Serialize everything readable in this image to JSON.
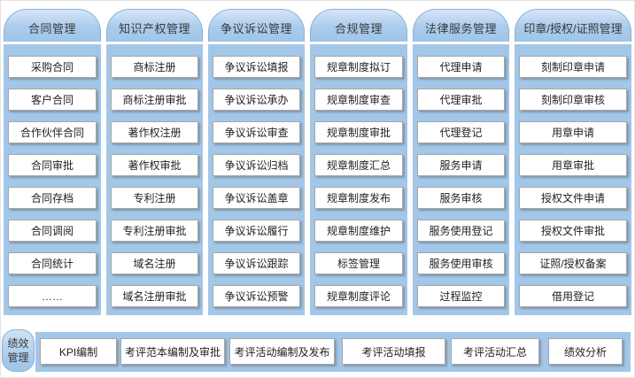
{
  "palette": {
    "column_fill": "#a3c7e9",
    "column_head_top": "#d6e6f7",
    "column_border": "#8ab0d8",
    "item_border": "#a6a6a6",
    "item_fill": "#ffffff",
    "text": "#3a3a3a"
  },
  "columns": [
    {
      "title": "合同管理",
      "items": [
        "采购合同",
        "客户合同",
        "合作伙伴合同",
        "合同审批",
        "合同存档",
        "合同调阅",
        "合同统计",
        "……"
      ]
    },
    {
      "title": "知识产权管理",
      "items": [
        "商标注册",
        "商标注册审批",
        "著作权注册",
        "著作权审批",
        "专利注册",
        "专利注册审批",
        "域名注册",
        "域名注册审批"
      ]
    },
    {
      "title": "争议诉讼管理",
      "items": [
        "争议诉讼填报",
        "争议诉讼承办",
        "争议诉讼审查",
        "争议诉讼归档",
        "争议诉讼盖章",
        "争议诉讼履行",
        "争议诉讼跟踪",
        "争议诉讼预警"
      ]
    },
    {
      "title": "合规管理",
      "items": [
        "规章制度拟订",
        "规章制度审查",
        "规章制度审批",
        "规章制度汇总",
        "规章制度发布",
        "规章制度维护",
        "标签管理",
        "规章制度评论"
      ]
    },
    {
      "title": "法律服务管理",
      "items": [
        "代理申请",
        "代理审批",
        "代理登记",
        "服务申请",
        "服务审核",
        "服务使用登记",
        "服务使用审核",
        "过程监控"
      ]
    },
    {
      "title": "印章/授权/证照管理",
      "items": [
        "刻制印章申请",
        "刻制印章审核",
        "用章申请",
        "用章审批",
        "授权文件申请",
        "授权文件审批",
        "证照/授权备案",
        "借用登记"
      ]
    }
  ],
  "bottom_row": {
    "title": "绩效管理",
    "items": [
      "KPI编制",
      "考评范本编制及审批",
      "考评活动编制及发布",
      "考评活动填报",
      "考评活动汇总",
      "绩效分析"
    ]
  }
}
